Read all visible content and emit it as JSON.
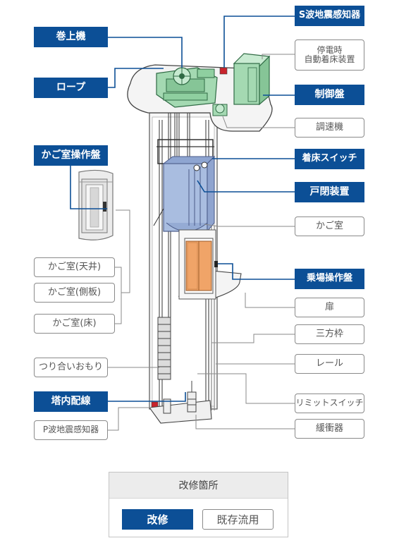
{
  "labels": {
    "s_wave_seismic": "S波地震感知器",
    "hoist": "巻上機",
    "blackout_landing_line1": "停電時",
    "blackout_landing_line2": "自動着床装置",
    "rope": "ロープ",
    "control_panel": "制御盤",
    "governor": "調速機",
    "car_panel": "かご室操作盤",
    "landing_switch": "着床スイッチ",
    "door_device": "戸閉装置",
    "car": "かご室",
    "car_ceiling": "かご室(天井)",
    "hall_panel": "乗場操作盤",
    "car_side": "かご室(側板)",
    "door": "扉",
    "car_floor": "かご室(床)",
    "three_frame": "三方枠",
    "counterweight": "つり合いおもり",
    "rail": "レール",
    "shaft_wiring": "塔内配線",
    "limit_switch": "リミットスイッチ",
    "p_wave_seismic": "P波地震感知器",
    "buffer": "緩衝器"
  },
  "legend": {
    "title": "改修箇所",
    "renovated": "改修",
    "existing": "既存流用"
  },
  "colors": {
    "renovated": "#0c4f96",
    "existing_border": "#8a8a8a",
    "car_fill": "#a9bde0",
    "machine_fill": "#a4d9b2",
    "door_fill": "#f0a468",
    "seismic_red": "#c8232c"
  }
}
